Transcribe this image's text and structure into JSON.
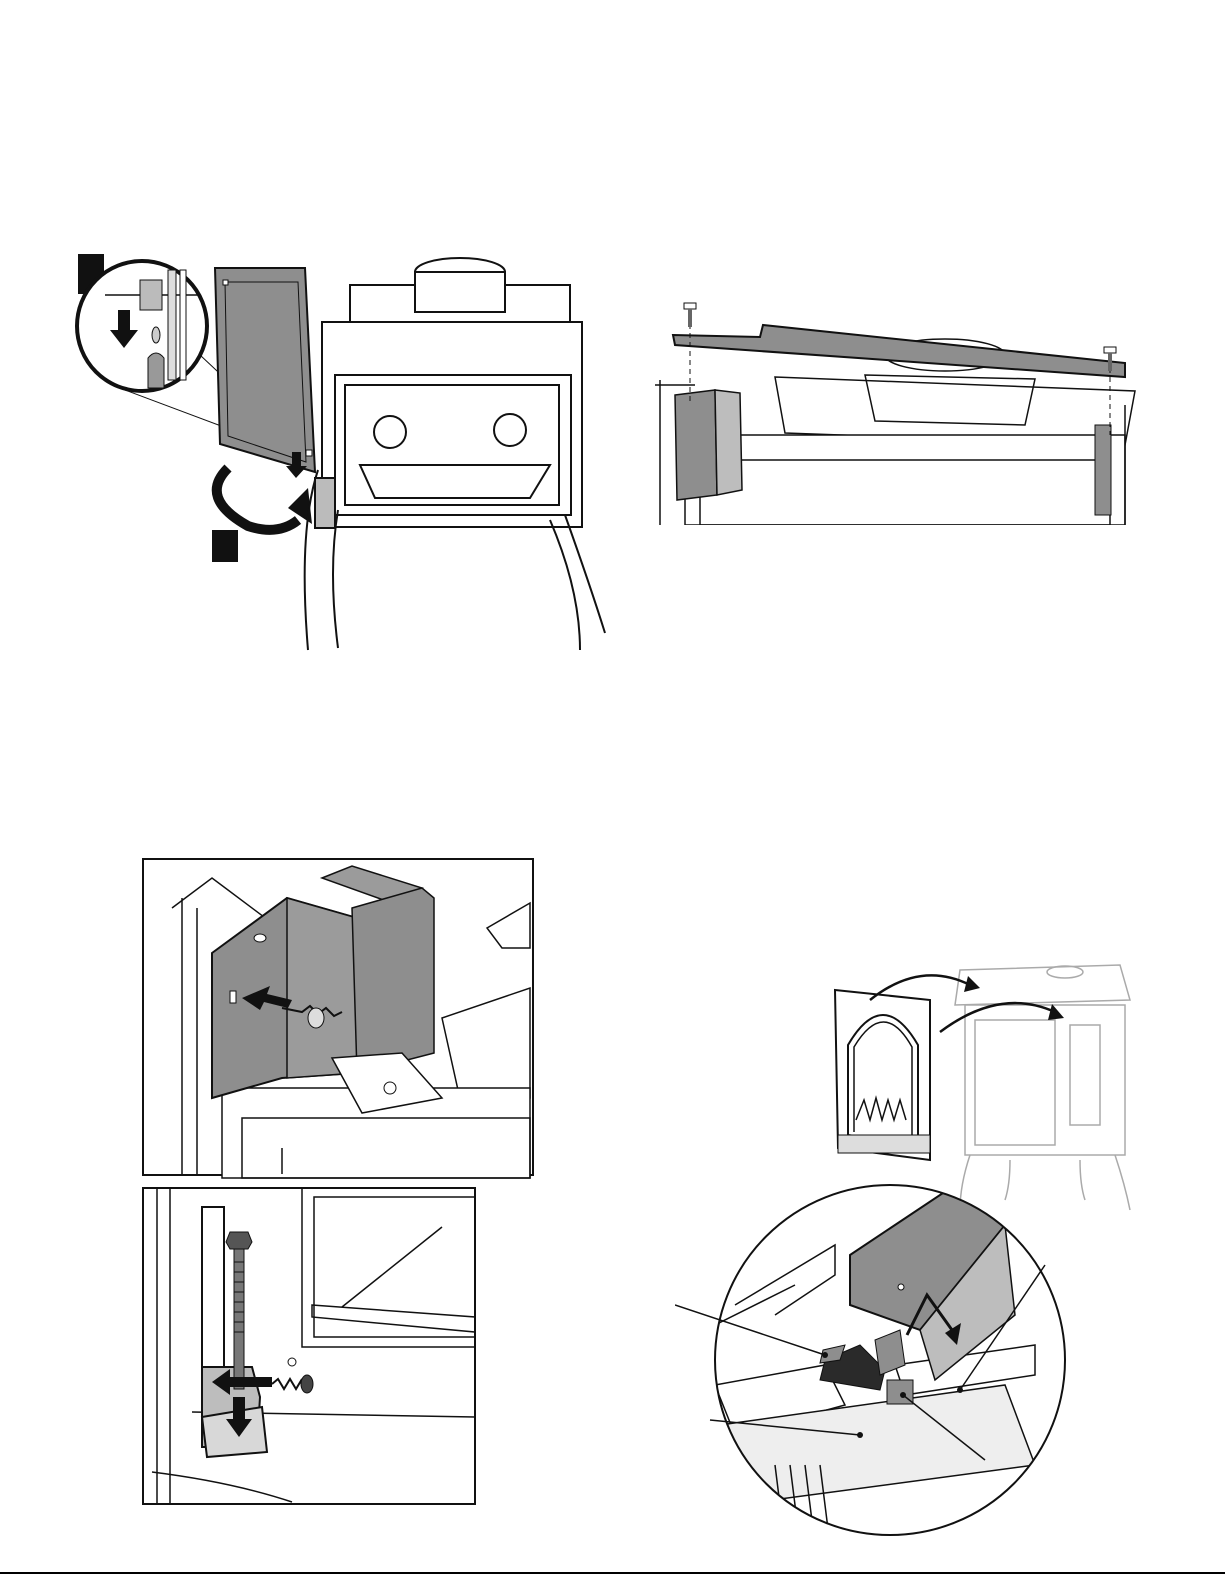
{
  "colors": {
    "ink": "#111111",
    "panel_fill": "#8e8e8e",
    "dark_fill": "#2a2a2a",
    "light_fill": "#e9e9e9",
    "paper": "#ffffff"
  },
  "figures": [
    {
      "id": "side-panel-removal",
      "icons": [
        "arrow-down-icon",
        "rotate-arrow-icon"
      ],
      "callout_boxes": 2
    },
    {
      "id": "top-bar-removal",
      "icons": [
        "screw-icon"
      ]
    },
    {
      "id": "bracket-screw",
      "icons": [
        "arrow-left-icon",
        "screw-icon"
      ]
    },
    {
      "id": "bottom-bolt",
      "icons": [
        "bolt-icon",
        "arrow-down-icon",
        "arrow-left-icon"
      ]
    },
    {
      "id": "door-installation",
      "icons": [
        "curved-arrow-icon"
      ]
    },
    {
      "id": "detail-circle",
      "icons": [
        "bent-arrow-icon"
      ],
      "leader_lines": 4
    }
  ]
}
